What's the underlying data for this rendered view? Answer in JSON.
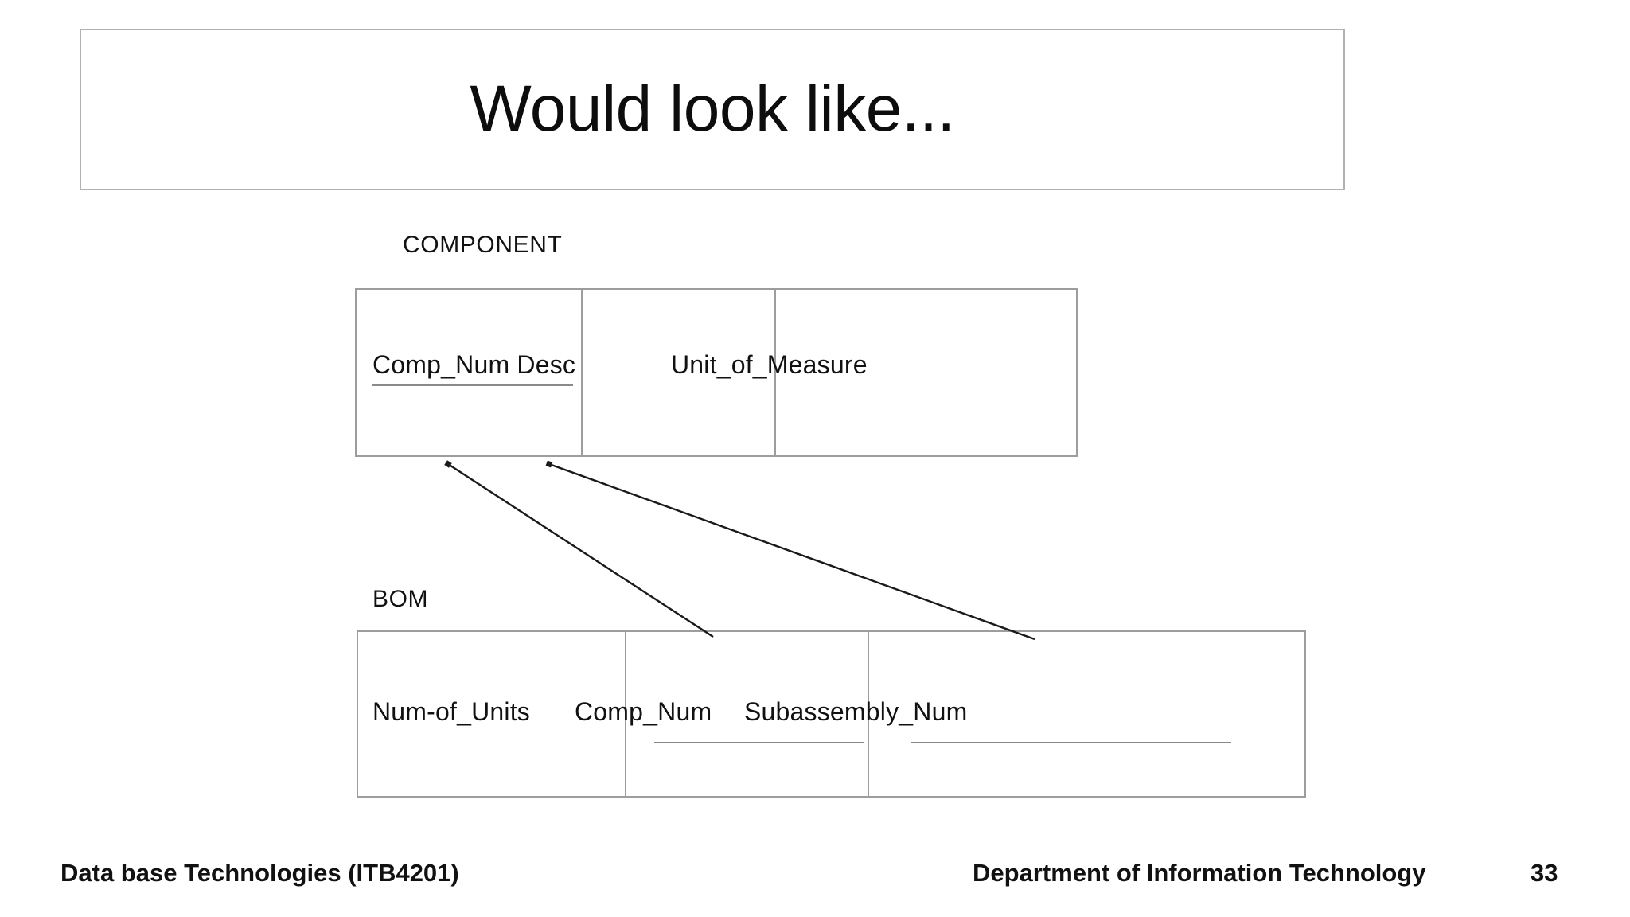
{
  "slide": {
    "title": "Would look like...",
    "page_number": "33"
  },
  "diagram": {
    "type": "relational-schema",
    "entities": [
      {
        "name": "COMPONENT",
        "label": "COMPONENT",
        "attributes": [
          {
            "text": "Comp_Num  Desc",
            "key": "primary",
            "underlined": true
          },
          {
            "text": "Unit_of_Measure",
            "key": "none",
            "underlined": false
          }
        ],
        "columns": 3
      },
      {
        "name": "BOM",
        "label": "BOM",
        "attributes": [
          {
            "text": "Num-of_Units",
            "key": "none",
            "underlined": false
          },
          {
            "text": "Comp_Num",
            "key": "foreign",
            "underlined": true
          },
          {
            "text": "Subassembly_Num",
            "key": "foreign",
            "underlined": true
          }
        ],
        "columns": 3
      }
    ],
    "relationships": [
      {
        "from": "BOM.Comp_Num",
        "to": "COMPONENT.Comp_Num",
        "arrow": "to-component"
      },
      {
        "from": "BOM.Subassembly_Num",
        "to": "COMPONENT.Comp_Num",
        "arrow": "to-component"
      }
    ]
  },
  "footer": {
    "left": "Data base Technologies (ITB4201)",
    "center": "Department of Information Technology",
    "page": "33"
  },
  "colors": {
    "border": "#9d9d9d",
    "title_border": "#b0b0b0",
    "text": "#111111",
    "background": "#ffffff",
    "connector": "#1a1a1a"
  }
}
